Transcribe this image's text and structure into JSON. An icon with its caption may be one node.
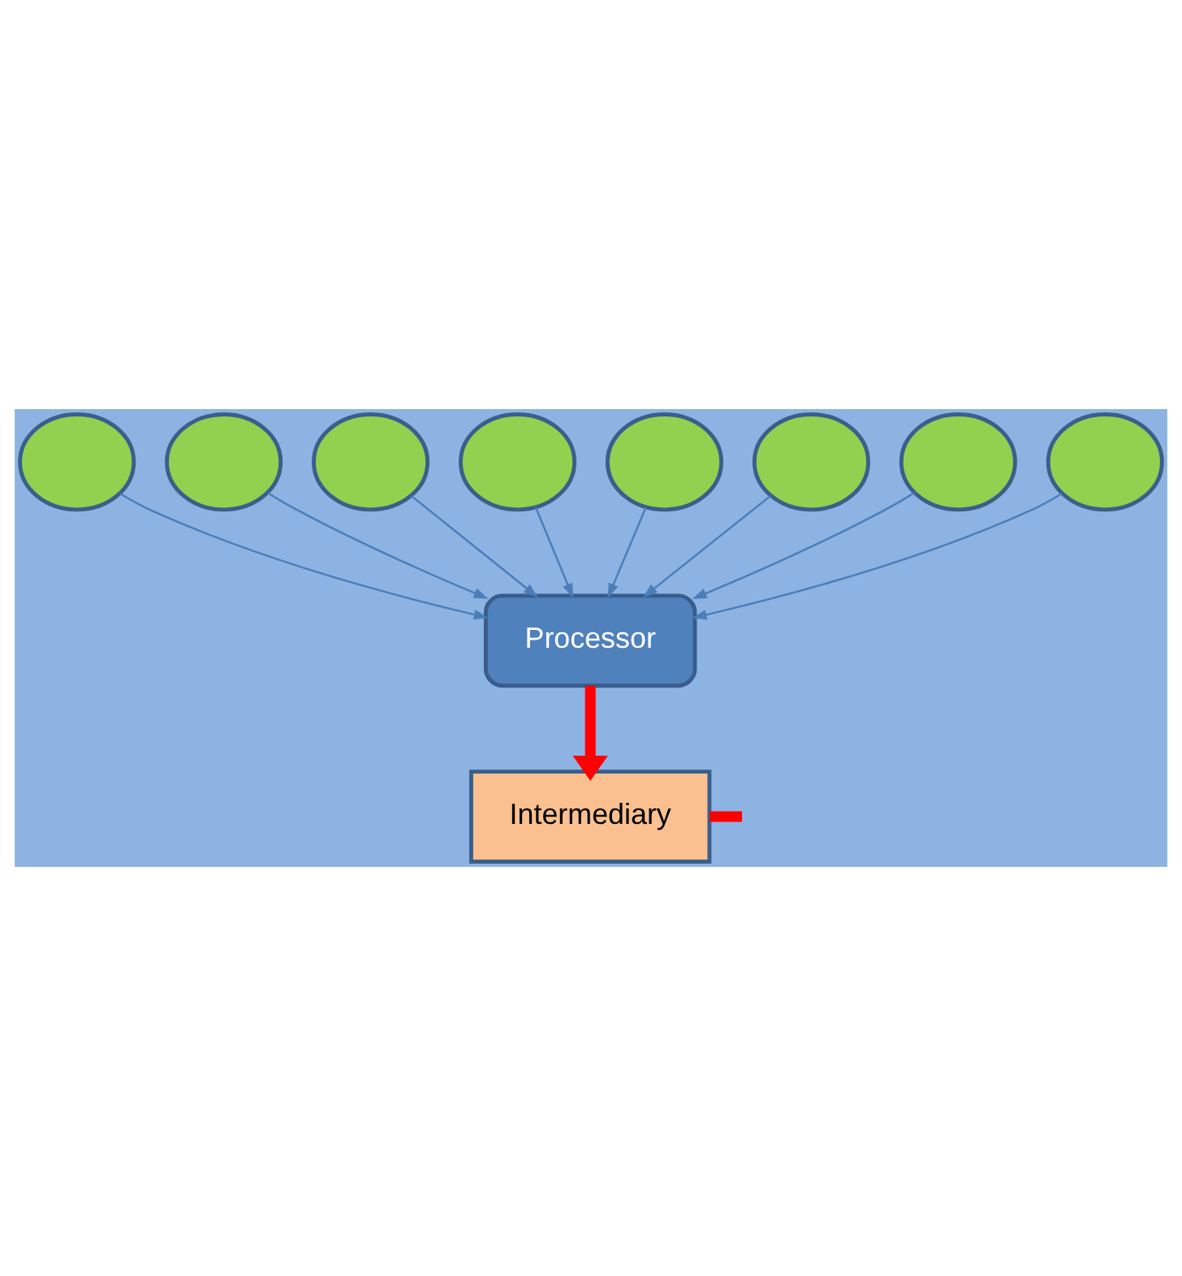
{
  "diagram": {
    "nodes": [
      {
        "text": [],
        "shape": "circle"
      },
      {
        "text": [],
        "shape": "circle"
      },
      {
        "text": [],
        "shape": "circle"
      },
      {
        "text": [],
        "shape": "circle"
      },
      {
        "text": [],
        "shape": "circle"
      },
      {
        "text": [],
        "shape": "circle"
      },
      {
        "text": [],
        "shape": "circle"
      },
      {
        "text": [],
        "shape": "circle"
      },
      {
        "text": [
          "Processor"
        ]
      },
      {
        "text": [
          "Intermediary"
        ]
      }
    ],
    "edges": [
      {
        "from": 0,
        "to": 8,
        "arrow": "to"
      },
      {
        "from": 1,
        "to": 8,
        "arrow": "to"
      },
      {
        "from": 2,
        "to": 8,
        "arrow": "to"
      },
      {
        "from": 3,
        "to": 8,
        "arrow": "to"
      },
      {
        "from": 4,
        "to": 8,
        "arrow": "to"
      },
      {
        "from": 5,
        "to": 8,
        "arrow": "to"
      },
      {
        "from": 6,
        "to": 8,
        "arrow": "to"
      },
      {
        "from": 7,
        "to": 8,
        "arrow": "to"
      },
      {
        "from": 8,
        "to": 9,
        "arrow": "to",
        "style": "thick",
        "color": "#ff0000"
      },
      {
        "from": 9,
        "to": null,
        "arrow": "none",
        "style": "thick",
        "color": "#ff0000"
      }
    ]
  }
}
